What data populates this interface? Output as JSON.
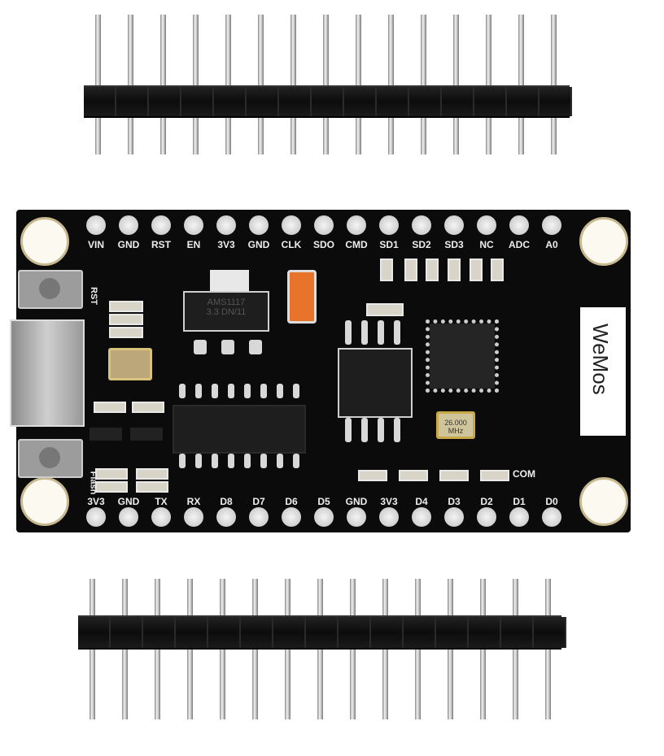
{
  "board": {
    "top_pins": [
      "VIN",
      "GND",
      "RST",
      "EN",
      "3V3",
      "GND",
      "CLK",
      "SDO",
      "CMD",
      "SD1",
      "SD2",
      "SD3",
      "NC",
      "ADC",
      "A0"
    ],
    "bottom_pins": [
      "3V3",
      "GND",
      "TX",
      "RX",
      "D8",
      "D7",
      "D6",
      "D5",
      "GND",
      "3V3",
      "D4",
      "D3",
      "D2",
      "D1",
      "D0"
    ],
    "regulator": {
      "line1": "AMS1117",
      "line2": "3.3  DN/11"
    },
    "crystal": {
      "line1": "26.000",
      "line2": "MHz"
    },
    "rst_label": "RST",
    "flash_label": "Flash",
    "com_label": "COM",
    "logo": "WeMos"
  },
  "colors": {
    "pcb": "#0b0b0b",
    "silk": "#eeeeee",
    "capacitor": "#e8742c",
    "crystal": "#c9a84a"
  }
}
